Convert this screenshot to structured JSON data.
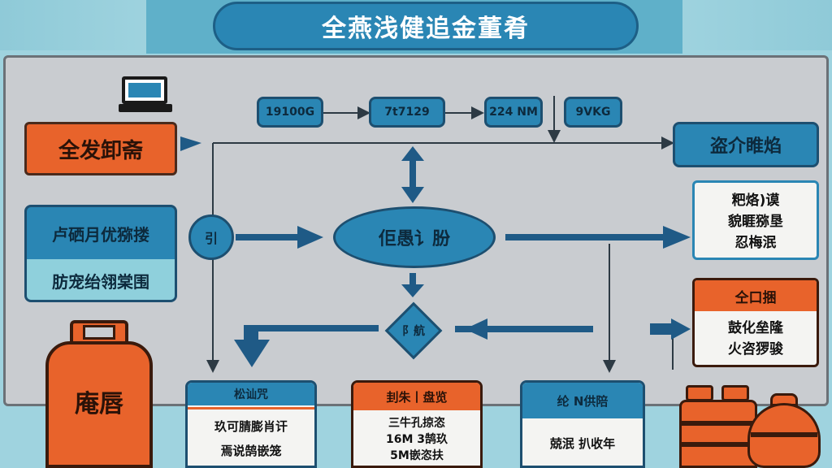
{
  "title": "全燕浅健追金董肴",
  "steps": [
    "19100G",
    "7t7129",
    "224 NM",
    "9VKG"
  ],
  "left_panel": {
    "orange_label": "全发卸斋",
    "blue_card_top": "卢硒月优猕搂",
    "blue_card_bottom": "肪宠绐翎棠围"
  },
  "tank_label": "庵唇",
  "circle_node": "引",
  "center_oval": "佢愚讠朌",
  "diamond": "阝航",
  "right_panel": {
    "blue_label": "盗介睢焰",
    "white_card_lines": [
      "粑烙)谟",
      "貌睚猕垦",
      "忍梅泯"
    ],
    "orange_card_head": "仝口捆",
    "orange_card_lines": [
      "鼓化垒隆",
      "火咨猡骏"
    ]
  },
  "bottom_cards": [
    {
      "head": "松讪咒",
      "lines": [
        "玖可腈膨肖讦",
        "焉说鹄嵌笼"
      ]
    },
    {
      "head": "刲朱丨盘览",
      "lines": [
        "三牛孔掠恣",
        "16M  3鹄玖",
        "5M嵌恣扶"
      ]
    },
    {
      "head": "纶 N供陪",
      "lines": [
        "兢泯  扒收年"
      ]
    }
  ],
  "colors": {
    "blue": "#2a86b4",
    "orange": "#e8632b",
    "board": "#c9ccd0",
    "arrow": "#1f5a86"
  }
}
